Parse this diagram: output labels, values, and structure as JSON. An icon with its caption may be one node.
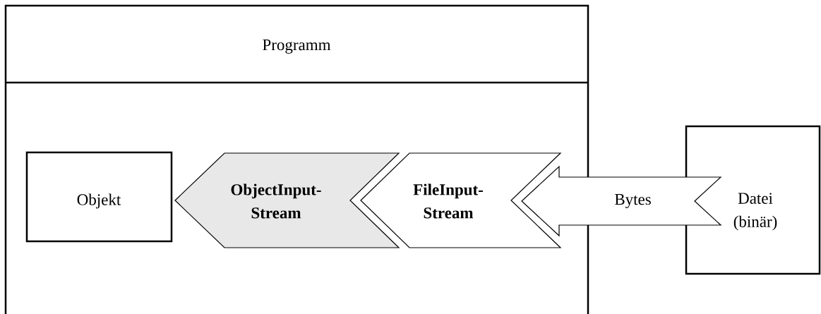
{
  "diagram": {
    "nodes": [
      {
        "text": [
          "Programm"
        ]
      },
      {
        "text": [
          "Objekt"
        ],
        "in": 0
      },
      {
        "text": [
          "ObjectInput-Stream"
        ],
        "in": 0
      },
      {
        "text": [
          "FileInput-Stream"
        ],
        "in": 0
      },
      {
        "text": [
          "Datei (binär)"
        ]
      }
    ],
    "edges": [
      {
        "from": 4,
        "to": 3,
        "arrow": "to",
        "label": "Bytes"
      }
    ]
  }
}
